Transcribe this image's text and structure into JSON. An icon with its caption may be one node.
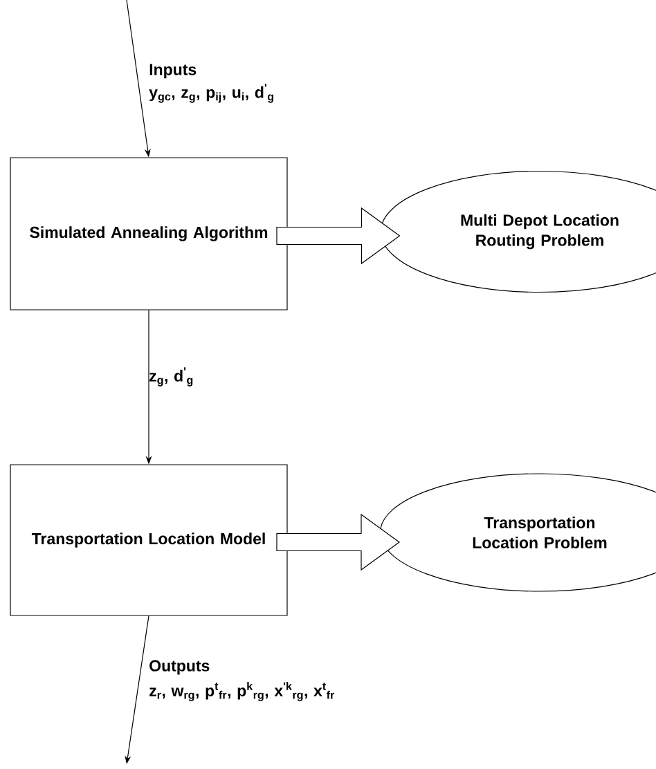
{
  "diagram": {
    "nodes": [
      {
        "text": [
          "Simulated Annealing Algorithm"
        ]
      },
      {
        "text": [
          "Multi Depot Location Routing Problem"
        ]
      },
      {
        "text": [
          "Transportation Location Model"
        ]
      },
      {
        "text": [
          "Transportation Location Problem"
        ]
      }
    ],
    "edges": [
      {
        "from": null,
        "to": 0,
        "arrow": "to",
        "label": "y$_{gc}$,  z$_{g}$,  p$_{ij}$,  u$_{i}$,  d$^{'}$$_{g}$"
      },
      {
        "from": 0,
        "to": 1,
        "arrow": "to",
        "style": "thick"
      },
      {
        "from": 0,
        "to": 2,
        "arrow": "to",
        "label": "z$_{g}$,  d$^{'}$$_{g}$"
      },
      {
        "from": 2,
        "to": 3,
        "arrow": "to",
        "style": "thick"
      },
      {
        "from": 2,
        "to": null,
        "arrow": "to",
        "label": "z$_{r}$,  w$_{rg}$,  p$^{t}$$_{fr}$,  p$^{k}$$_{rg}$,  x$^{'k}$$_{rg}$,  x$^{t}$$_{fr}$"
      }
    ],
    "labels": [
      "Inputs",
      "Outputs"
    ]
  }
}
